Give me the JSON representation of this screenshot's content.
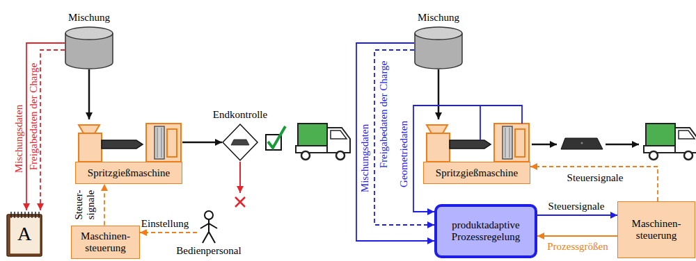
{
  "diagram": {
    "nodes": [
      {
        "text": [
          "Mischung"
        ]
      },
      {
        "text": [
          "A"
        ]
      },
      {
        "text": [
          "Spritzgießmaschine"
        ]
      },
      {
        "text": [
          "Endkontrolle"
        ]
      },
      {
        "text": [
          "Maschinen- steuerung"
        ]
      },
      {
        "text": [
          "Bedienpersonal"
        ]
      },
      {
        "text": [
          "Mischung"
        ]
      },
      {
        "text": [
          "Spritzgießmaschine"
        ]
      },
      {
        "text": [
          "produktadaptive Prozessregelung"
        ]
      },
      {
        "text": [
          "Maschinen- steuerung"
        ]
      }
    ],
    "edges": [
      {
        "from": 0,
        "to": 1,
        "label": "Mischungsdaten",
        "arrow": "to"
      },
      {
        "from": 0,
        "to": 1,
        "label": "Freigabedaten der Charge",
        "arrow": "to"
      },
      {
        "from": 0,
        "to": 2,
        "arrow": "to"
      },
      {
        "from": 2,
        "to": 3,
        "arrow": "to"
      },
      {
        "from": 4,
        "to": 2,
        "label": "Steuer- signale",
        "arrow": "to"
      },
      {
        "from": 5,
        "to": 4,
        "label": "Einstellung",
        "arrow": "to"
      },
      {
        "from": 6,
        "to": 7,
        "arrow": "to"
      },
      {
        "from": 6,
        "to": 8,
        "label": "Mischungsdaten",
        "arrow": "to"
      },
      {
        "from": 6,
        "to": 8,
        "label": "Freigabedaten der Charge",
        "arrow": "to"
      },
      {
        "from": 7,
        "to": 8,
        "label": "Geometriedaten",
        "arrow": "to"
      },
      {
        "from": 8,
        "to": 9,
        "label": "Steuersignale",
        "arrow": "to"
      },
      {
        "from": 9,
        "to": 8,
        "label": "Prozessgrößen",
        "arrow": "to"
      },
      {
        "from": 9,
        "to": 7,
        "label": "Steuersignale",
        "arrow": "to"
      }
    ]
  }
}
